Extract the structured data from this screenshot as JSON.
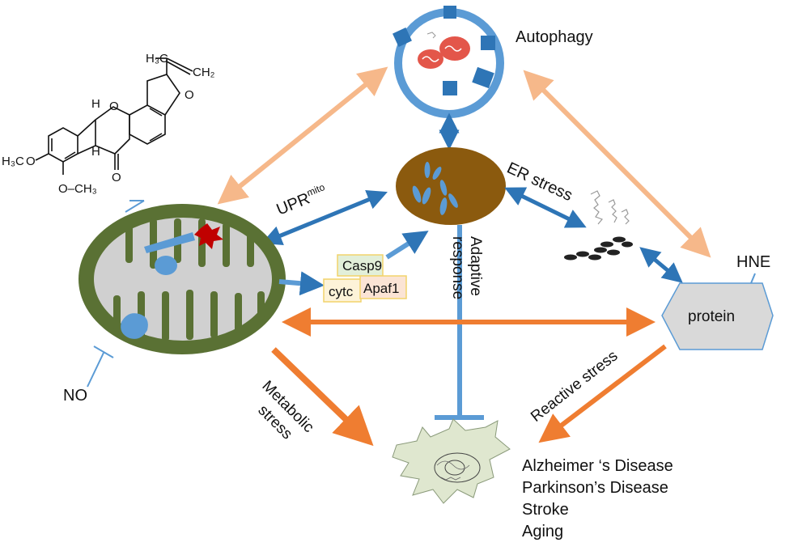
{
  "labels": {
    "autophagy": "Autophagy",
    "upr_main": "UPR",
    "upr_sup": "mito",
    "er_stress": "ER stress",
    "adaptive_line1": "Adaptive",
    "adaptive_line2": "response",
    "casp9": "Casp9",
    "cytc": "cytc",
    "apaf1": "Apaf1",
    "hne": "HNE",
    "protein": "protein",
    "no": "NO",
    "metabolic_line1": "Metabolic",
    "metabolic_line2": "stress",
    "reactive_stress": "Reactive stress"
  },
  "diseases": [
    "Alzheimer ‘s Disease",
    "Parkinson’s Disease",
    "Stroke",
    "Aging"
  ],
  "chemical": {
    "h3c_top": "H₃C",
    "ch2": "CH₂",
    "h3c_o": "H₃C",
    "o_left": "O",
    "och3": "O–CH₃",
    "ketone_o": "O",
    "ring_o1": "O",
    "ring_o2": "O",
    "h_upper": "H",
    "h_lower": "H"
  },
  "colors": {
    "orange": "#ef7d31",
    "light_orange": "#f6b88a",
    "dark_blue": "#2e75b6",
    "light_blue": "#5b9bd5",
    "mito_outer": "#5a7134",
    "mito_inner": "#d0d0d0",
    "er_brown": "#8b5a0e",
    "protein_gray": "#d9d9d9",
    "neuron": "#dfe7cf"
  }
}
